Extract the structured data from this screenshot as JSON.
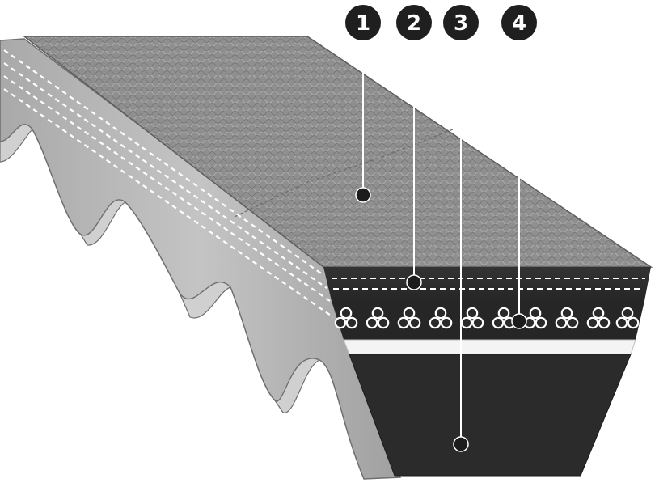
{
  "diagram": {
    "callouts": [
      {
        "number": "1",
        "part": "top-cover-fabric"
      },
      {
        "number": "2",
        "part": "upper-band"
      },
      {
        "number": "3",
        "part": "compression-section"
      },
      {
        "number": "4",
        "part": "tensile-cords"
      }
    ],
    "colors": {
      "badge": "#1f1f1f",
      "leader": "#ffffff",
      "dot": "#1c1c1c",
      "body_dark": "#2b2b2b",
      "side_gray": "#b4b4b4",
      "top_gray": "#8d8d8d"
    }
  }
}
